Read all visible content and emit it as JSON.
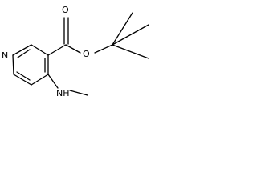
{
  "molecule": {
    "atoms": {
      "carbonyl_oxygen": "O",
      "ester_oxygen": "O",
      "ring_nitrogen": "N",
      "amine_nh": "NH"
    }
  }
}
